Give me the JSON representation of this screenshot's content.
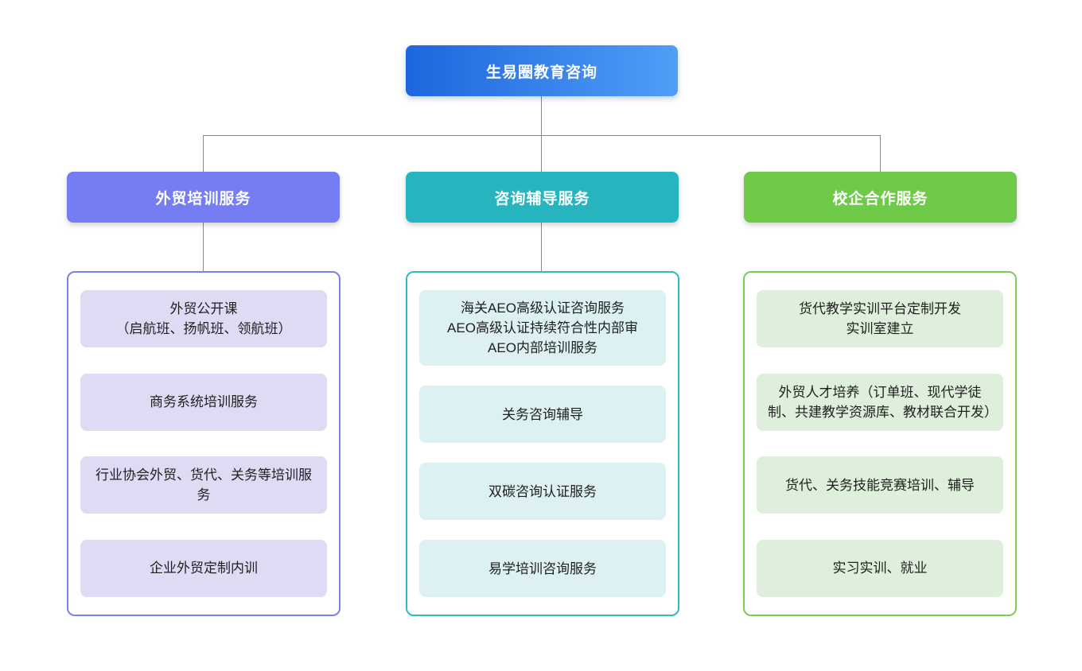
{
  "root": {
    "title": "生易圈教育咨询"
  },
  "colors": {
    "root_gradient_start": "#1e66dd",
    "root_gradient_end": "#4f9ef7",
    "connector": "#8a8a8a",
    "branch1_header": "#767df2",
    "branch1_border": "#7b80f0",
    "branch1_item_bg": "#dfdbf5",
    "branch2_header": "#26b5be",
    "branch2_border": "#2fbac2",
    "branch2_item_bg": "#ddf0f2",
    "branch3_header": "#6fca49",
    "branch3_border": "#7ccb55",
    "branch3_item_bg": "#def0db"
  },
  "columns": [
    {
      "header": "外贸培训服务",
      "items": [
        "外贸公开课\n（启航班、扬帆班、领航班）",
        "商务系统培训服务",
        "行业协会外贸、货代、关务等培训服务",
        "企业外贸定制内训"
      ]
    },
    {
      "header": "咨询辅导服务",
      "items": [
        "海关AEO高级认证咨询服务\nAEO高级认证持续符合性内部审\nAEO内部培训服务",
        "关务咨询辅导",
        "双碳咨询认证服务",
        "易学培训咨询服务"
      ]
    },
    {
      "header": "校企合作服务",
      "items": [
        "货代教学实训平台定制开发\n实训室建立",
        "外贸人才培养（订单班、现代学徒制、共建教学资源库、教材联合开发）",
        "货代、关务技能竞赛培训、辅导",
        "实习实训、就业"
      ]
    }
  ]
}
